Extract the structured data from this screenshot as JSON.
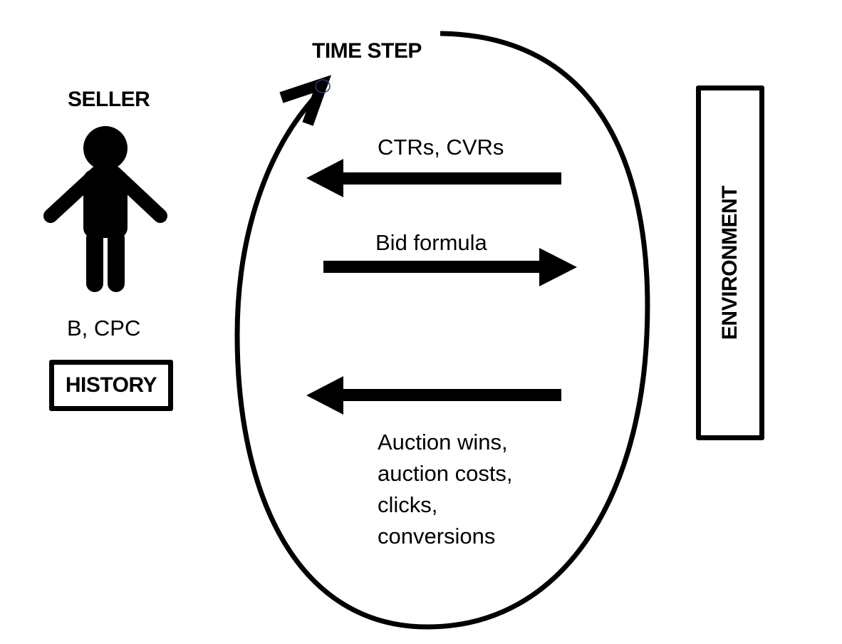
{
  "loop": {
    "label": "TIME STEP"
  },
  "seller": {
    "label": "SELLER",
    "params": "B, CPC",
    "history_label": "HISTORY",
    "icon": "person-icon"
  },
  "environment": {
    "label": "ENVIRONMENT"
  },
  "messages": {
    "to_seller_top": {
      "text": "CTRs, CVRs",
      "direction": "left"
    },
    "to_environment": {
      "text": "Bid formula",
      "direction": "right"
    },
    "to_seller_bottom": {
      "lines": [
        "Auction wins,",
        "auction costs,",
        "clicks,",
        "conversions"
      ],
      "direction": "left"
    }
  },
  "colors": {
    "ink": "#000000",
    "background": "#ffffff",
    "arrow_tip_dot": "#2b3a7a"
  }
}
